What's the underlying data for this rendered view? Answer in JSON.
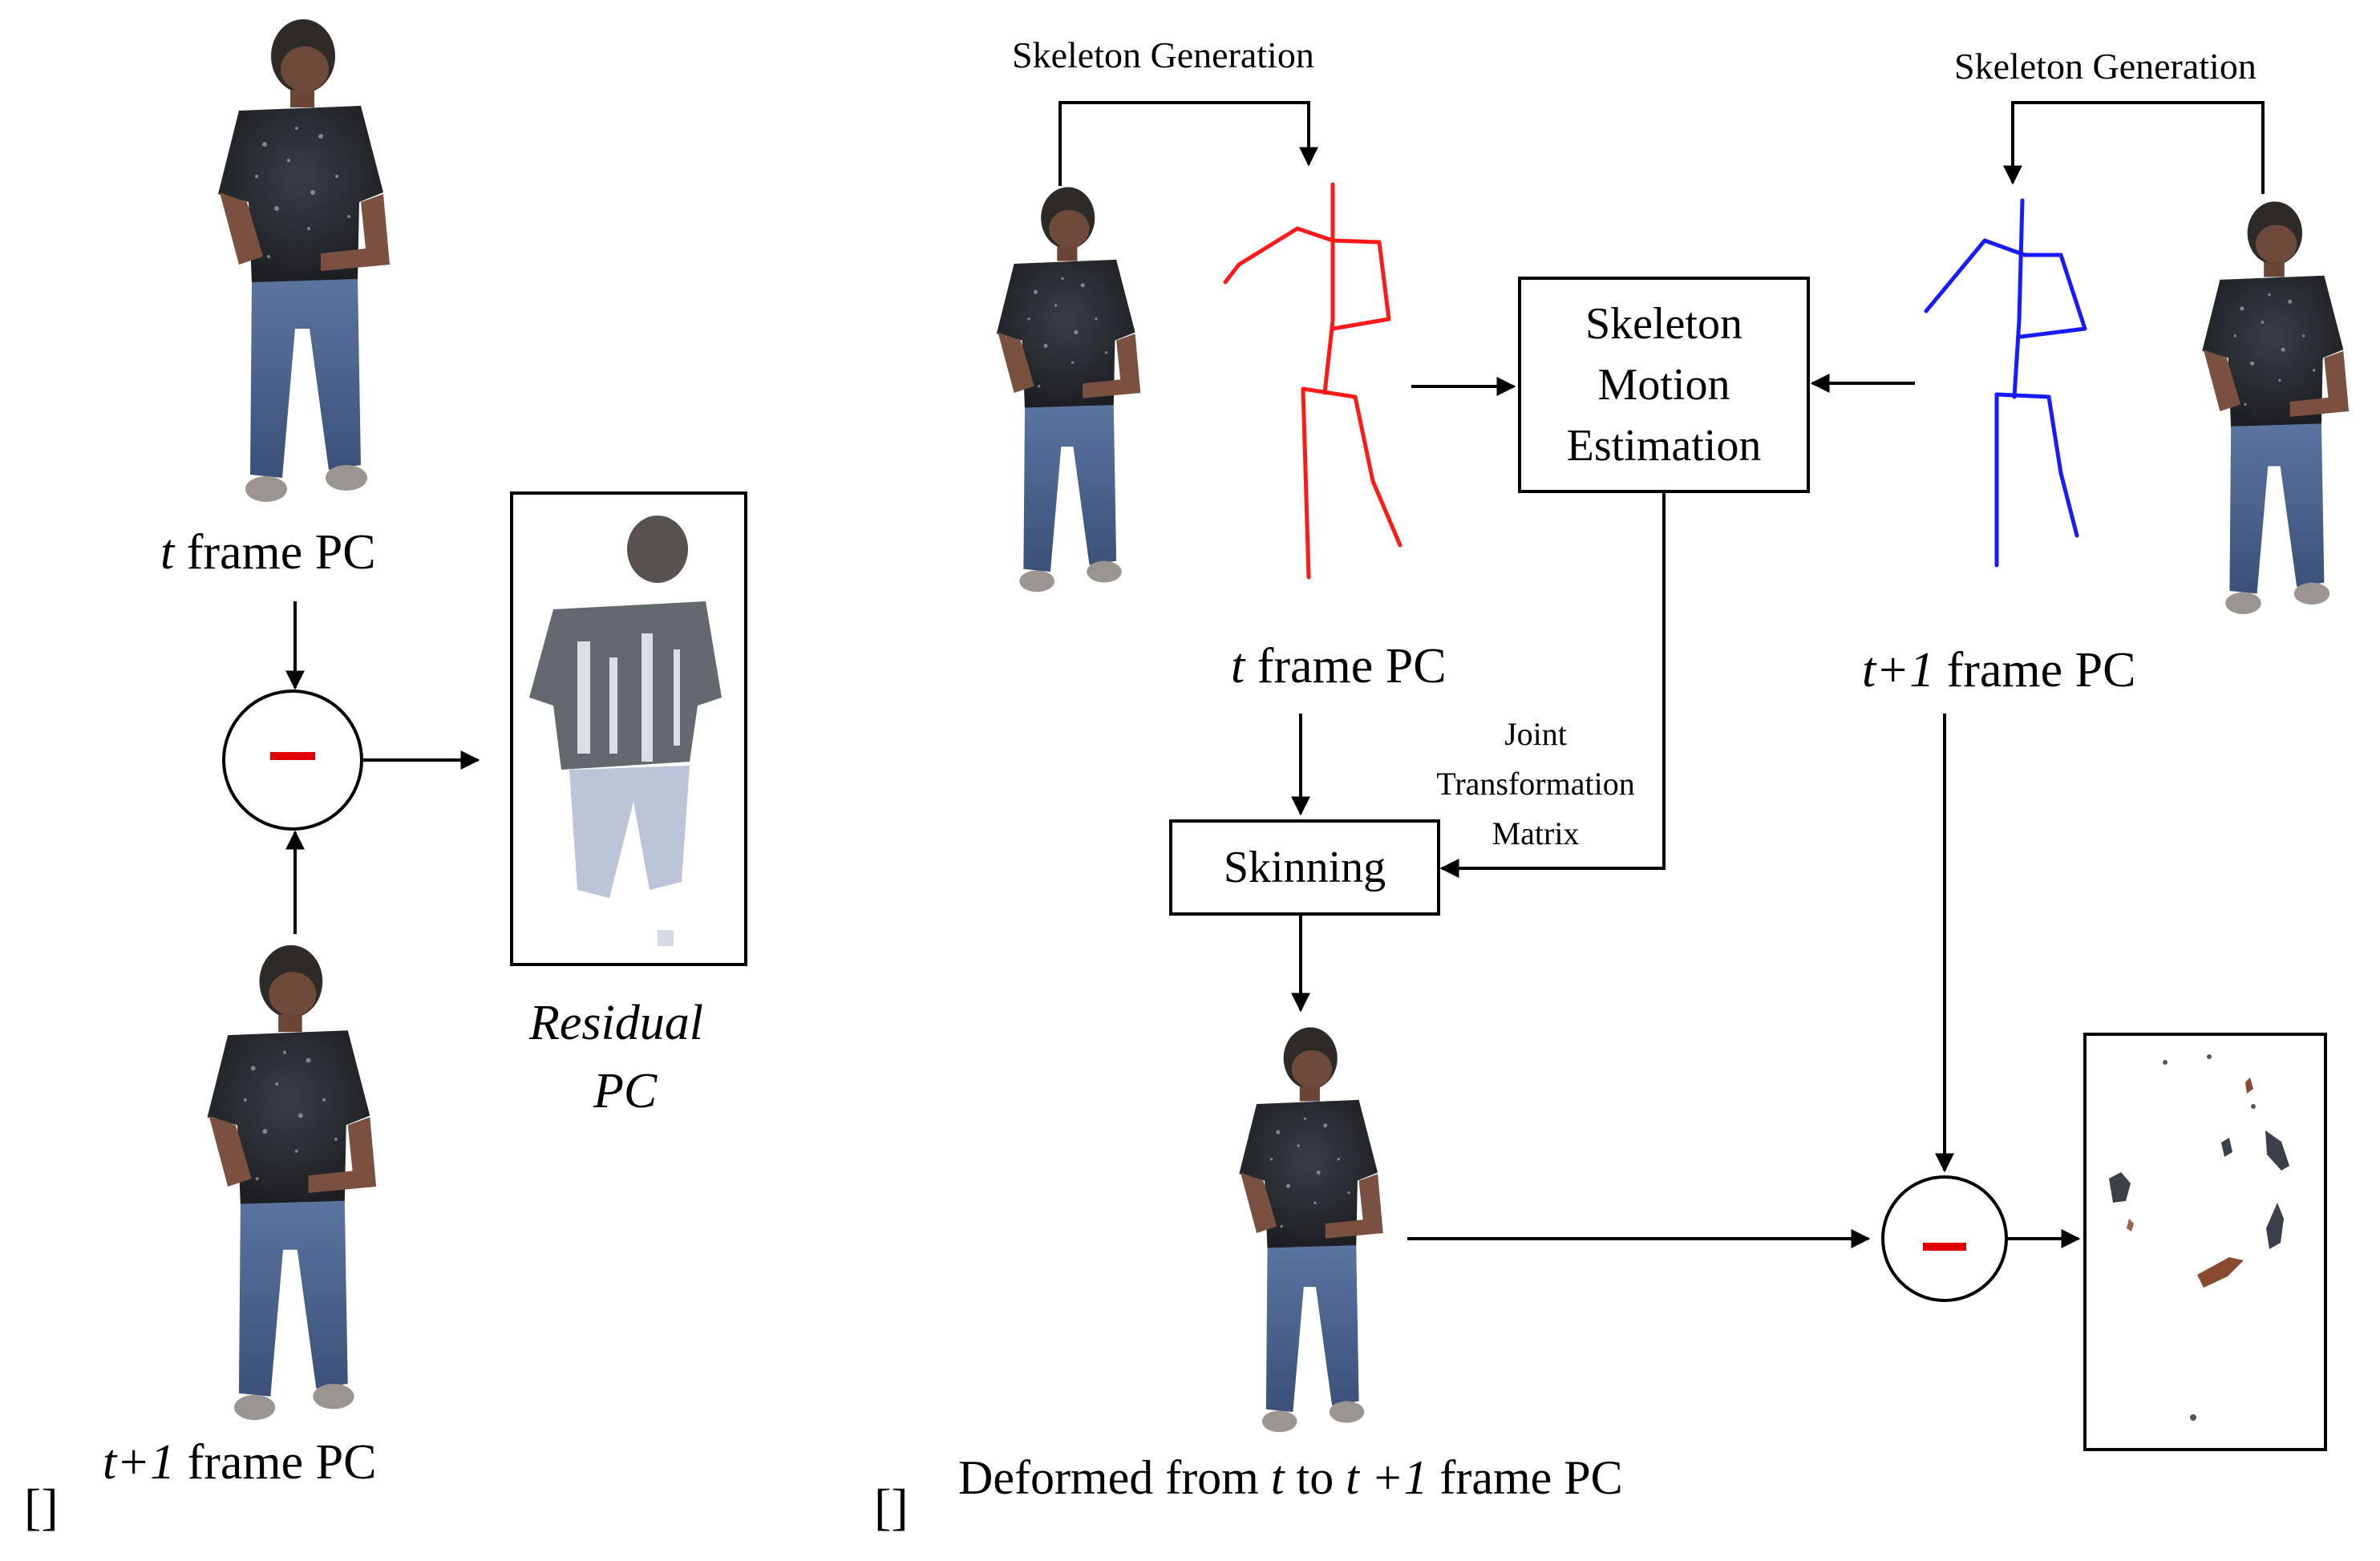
{
  "left": {
    "t_frame": {
      "italic": "t",
      "rest": " frame PC"
    },
    "t1_frame": {
      "italic": "t+1",
      "rest": " frame PC"
    },
    "residual_line1": "Residual",
    "residual_line2": "PC",
    "minus_symbol": "−",
    "panel_marker": "[]"
  },
  "right": {
    "skeleton_gen_left": "Skeleton  Generation",
    "skeleton_gen_right": "Skeleton  Generation",
    "sme_line1": "Skeleton",
    "sme_line2": "Motion",
    "sme_line3": "Estimation",
    "t_frame": {
      "italic": "t",
      "rest": " frame PC"
    },
    "t1_frame": {
      "italic": "t+1",
      "rest": " frame PC"
    },
    "jtm_line1": "Joint",
    "jtm_line2": "Transformation",
    "jtm_line3": "Matrix",
    "skinning": "Skinning",
    "deformed": {
      "p1": "Deformed from ",
      "t": "t",
      "p2": " to ",
      "t1": "t +1",
      "p3": " frame PC"
    },
    "minus_symbol": "−",
    "panel_marker": "[]"
  },
  "colors": {
    "red_skeleton": "#ff1a1a",
    "blue_skeleton": "#1a1aff",
    "minus_red": "#e00000"
  }
}
